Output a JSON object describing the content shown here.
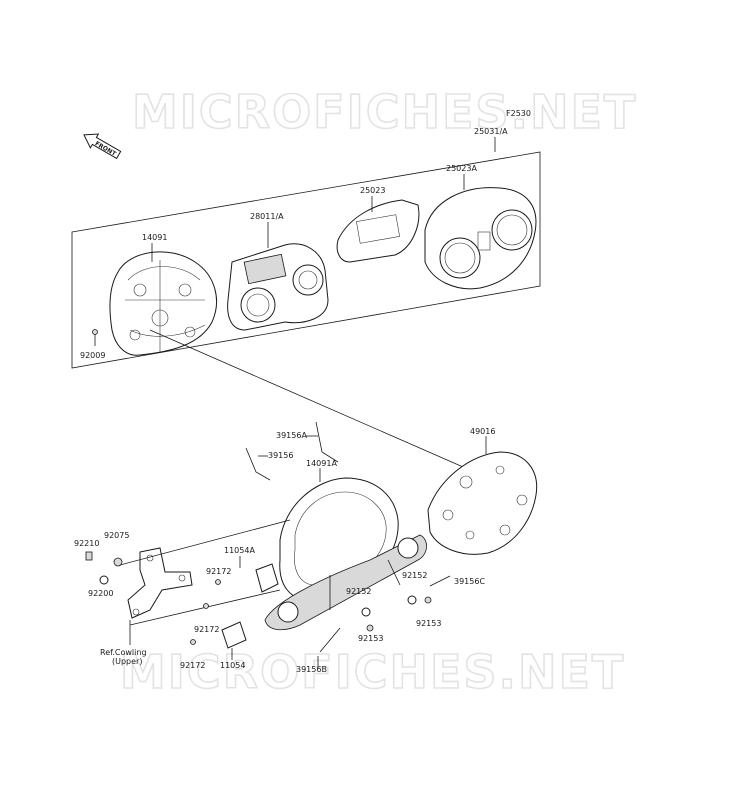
{
  "watermark": {
    "top": "MICROFICHES.NET",
    "bottom": "MICROFICHES.NET"
  },
  "front_arrow": {
    "text": "FRONT"
  },
  "diagram_code": "F2530",
  "callouts": {
    "c25031A": "25031/A",
    "c25023A": "25023A",
    "c25023": "25023",
    "c28011A": "28011/A",
    "c14091": "14091",
    "c92009": "92009",
    "c39156A": "39156A",
    "c39156": "39156",
    "c14091A": "14091A",
    "c49016": "49016",
    "c92210": "92210",
    "c92075": "92075",
    "c92200": "92200",
    "c11054A": "11054A",
    "c92172a": "92172",
    "c92172b": "92172",
    "c92172c": "92172",
    "c92152a": "92152",
    "c92152b": "92152",
    "c39156C": "39156C",
    "c92153a": "92153",
    "c92153b": "92153",
    "c11054": "11054",
    "c39156B": "39156B",
    "refCowling1": "Ref.Cowling",
    "refCowling2": "(Upper)"
  }
}
